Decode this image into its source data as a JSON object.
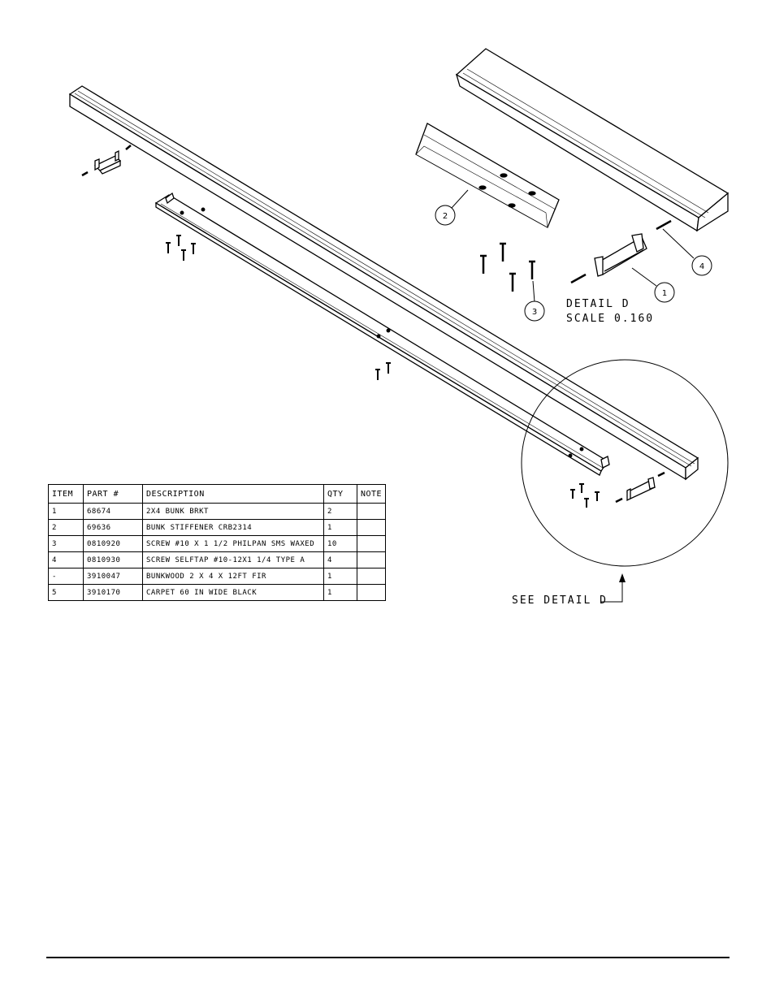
{
  "balloons": [
    "2",
    "3",
    "4",
    "1"
  ],
  "detail": {
    "title": "DETAIL  D",
    "scale": "SCALE  0.160",
    "callout": "SEE DETAIL  D"
  },
  "bom": {
    "headers": [
      "ITEM",
      "PART #",
      "DESCRIPTION",
      "QTY",
      "NOTE"
    ],
    "rows": [
      [
        "1",
        "68674",
        "2X4 BUNK BRKT",
        "2",
        ""
      ],
      [
        "2",
        "69636",
        "BUNK STIFFENER CRB2314",
        "1",
        ""
      ],
      [
        "3",
        "0810920",
        "SCREW #10 X 1 1/2 PHILPAN SMS WAXED",
        "10",
        ""
      ],
      [
        "4",
        "0810930",
        "SCREW SELFTAP #10-12X1 1/4 TYPE A",
        "4",
        ""
      ],
      [
        "-",
        "3910047",
        "BUNKWOOD   2 X 4 X 12FT FIR",
        "1",
        ""
      ],
      [
        "5",
        "3910170",
        "CARPET 60 IN WIDE BLACK",
        "1",
        ""
      ]
    ]
  }
}
